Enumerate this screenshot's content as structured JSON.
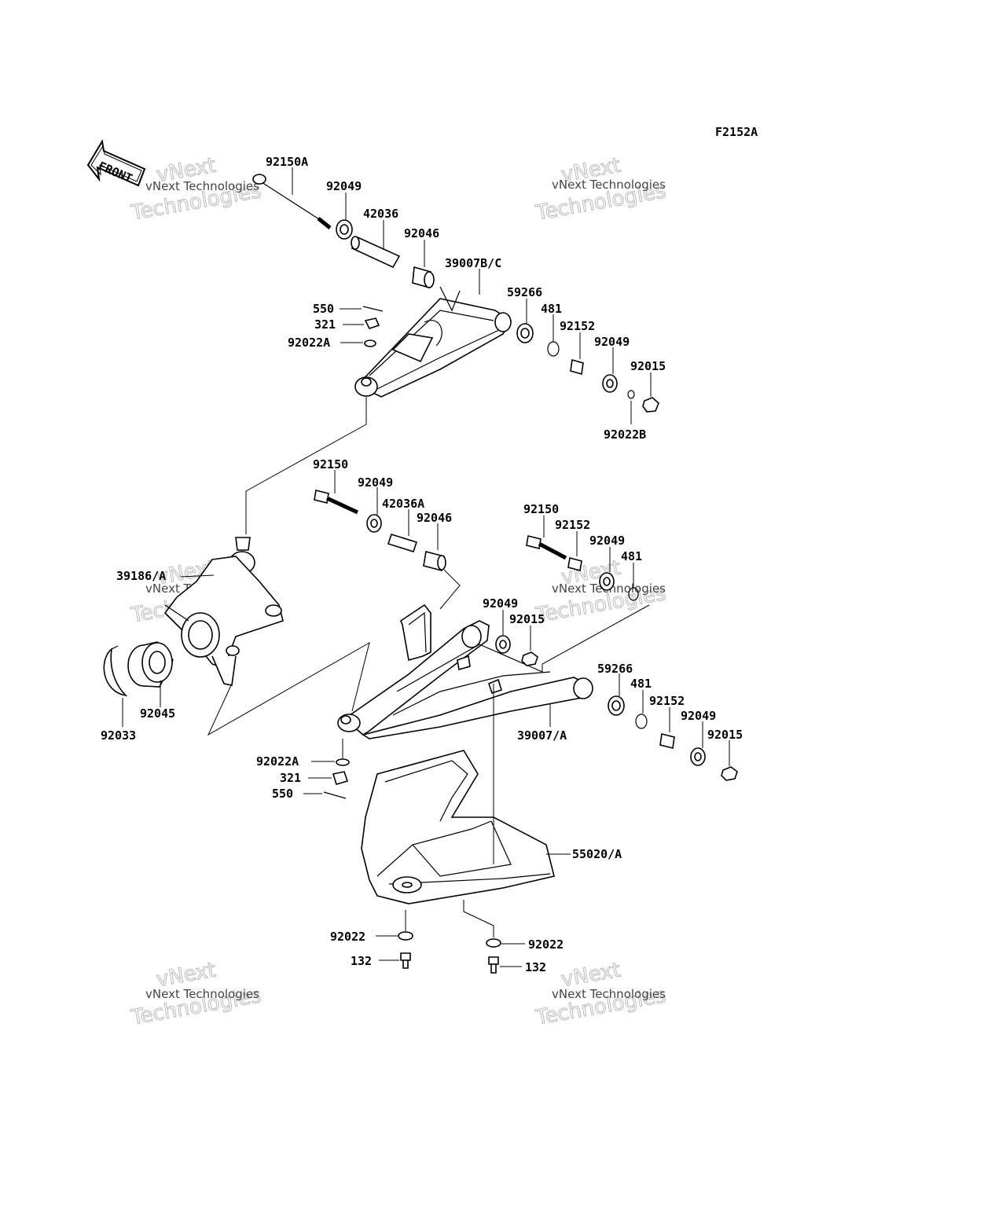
{
  "figure_code": "F2152A",
  "front_label": "FRONT",
  "watermark": {
    "line1": "vNext Technologies",
    "line2": "Technologies",
    "top": "vNext"
  },
  "parts": {
    "p92150A": "92150A",
    "p92049_top": "92049",
    "p42036": "42036",
    "p92046_top": "92046",
    "p39007BC": "39007B/C",
    "p550_top": "550",
    "p321_top": "321",
    "p92022A_top": "92022A",
    "p59266_top": "59266",
    "p481_top": "481",
    "p92152_top": "92152",
    "p92049_top2": "92049",
    "p92015_top": "92015",
    "p92022B": "92022B",
    "p92150_mid": "92150",
    "p92049_mid": "92049",
    "p42036A": "42036A",
    "p92046_mid": "92046",
    "p92150_right": "92150",
    "p92152_right": "92152",
    "p92049_right": "92049",
    "p481_right": "481",
    "p39186A": "39186/A",
    "p92049_low": "92049",
    "p92015_low": "92015",
    "p59266_low": "59266",
    "p481_low": "481",
    "p92152_low": "92152",
    "p92049_low2": "92049",
    "p92015_low2": "92015",
    "p39007A": "39007/A",
    "p92045": "92045",
    "p92033": "92033",
    "p92022A_low": "92022A",
    "p321_low": "321",
    "p550_low": "550",
    "p55020A": "55020/A",
    "p92022_left": "92022",
    "p92022_right": "92022",
    "p132_left": "132",
    "p132_right": "132"
  }
}
